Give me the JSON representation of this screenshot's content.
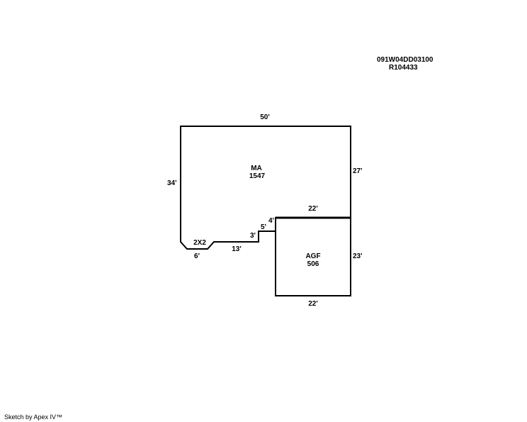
{
  "header": {
    "parcel_id": "091W04DD03100",
    "account_id": "R104433"
  },
  "areas": {
    "main": {
      "code": "MA",
      "sqft": "1547"
    },
    "garage": {
      "code": "AGF",
      "sqft": "506"
    },
    "corner": {
      "code": "2X2"
    }
  },
  "dimensions": {
    "ma_top": "50'",
    "ma_right": "27'",
    "ma_left": "34'",
    "garage_top": "22'",
    "garage_right": "23'",
    "garage_bottom": "22'",
    "bottom_6": "6'",
    "bottom_13": "13'",
    "step_3": "3'",
    "step_5": "5'",
    "step_4": "4'"
  },
  "footer": {
    "credit": "Sketch by Apex IV™"
  },
  "colors": {
    "line": "#000000",
    "background": "#ffffff"
  }
}
